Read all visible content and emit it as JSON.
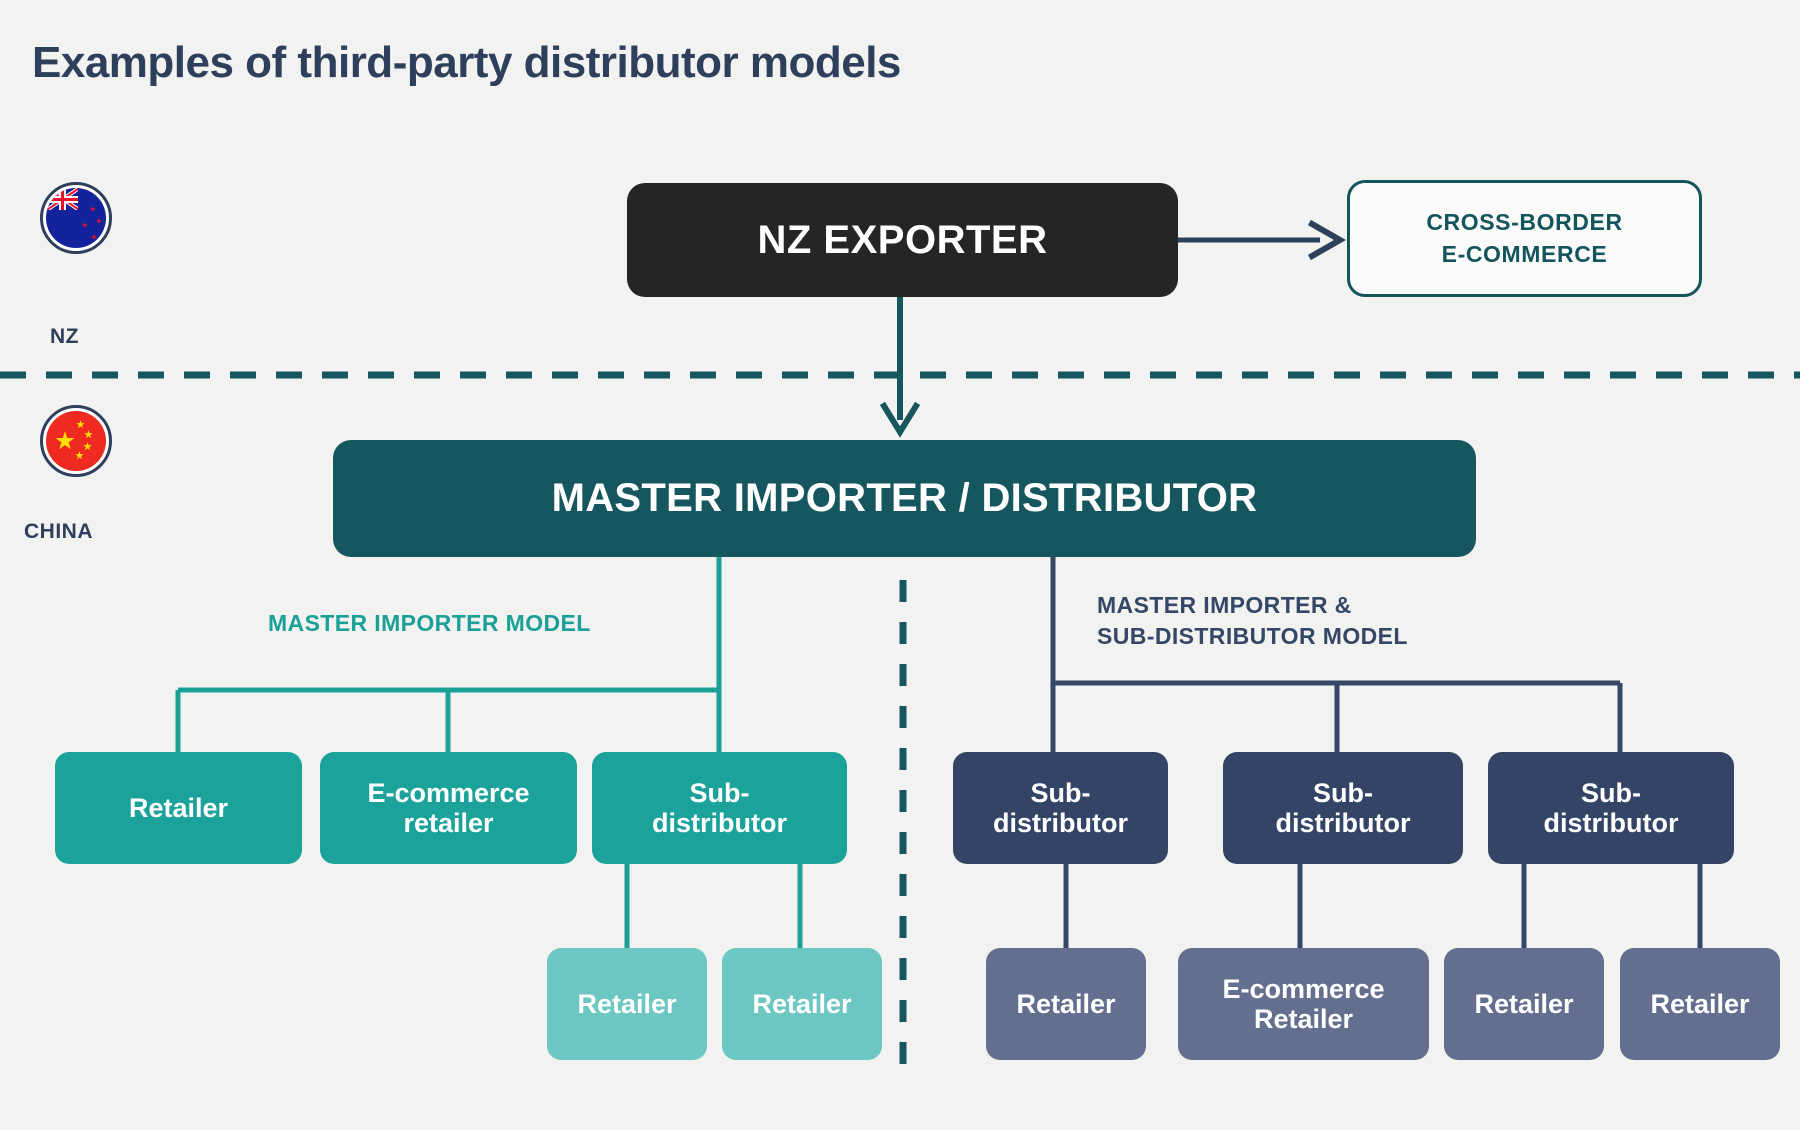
{
  "header": {
    "title": "Examples of third-party distributor models"
  },
  "colors": {
    "background": "#f2f2f1",
    "title": "#2e3f5c",
    "exporter_box": "#262523",
    "master_box": "#16575f",
    "cbec_border": "#14545c",
    "teal": "#1ba39b",
    "teal_light": "#6cc6c1",
    "navy": "#334466",
    "navy_light": "#646f90",
    "divider": "#16575f",
    "teal_connector": "#1ba098",
    "navy_connector": "#344766"
  },
  "regions": [
    {
      "id": "nz",
      "label": "NZ",
      "flag": "nz-flag-icon"
    },
    {
      "id": "china",
      "label": "CHINA",
      "flag": "china-flag-icon"
    }
  ],
  "nodes": {
    "exporter": "NZ EXPORTER",
    "cross_border": "CROSS-BORDER\nE-COMMERCE",
    "cross_border_line1": "CROSS-BORDER",
    "cross_border_line2": "E-COMMERCE",
    "master": "MASTER IMPORTER / DISTRIBUTOR"
  },
  "branches": [
    {
      "id": "master-importer-model",
      "label": "MASTER IMPORTER MODEL",
      "label_lines": [
        "MASTER IMPORTER MODEL"
      ],
      "tier1": [
        {
          "label": "Retailer",
          "lines": [
            "Retailer"
          ]
        },
        {
          "label": "E-commerce retailer",
          "lines": [
            "E-commerce",
            "retailer"
          ]
        },
        {
          "label": "Sub-distributor",
          "lines": [
            "Sub-",
            "distributor"
          ]
        }
      ],
      "tier2": [
        {
          "label": "Retailer",
          "lines": [
            "Retailer"
          ]
        },
        {
          "label": "Retailer",
          "lines": [
            "Retailer"
          ]
        }
      ]
    },
    {
      "id": "master-importer-sub-distributor-model",
      "label": "MASTER IMPORTER & SUB-DISTRIBUTOR MODEL",
      "label_lines": [
        "MASTER IMPORTER &",
        "SUB-DISTRIBUTOR MODEL"
      ],
      "tier1": [
        {
          "label": "Sub-distributor",
          "lines": [
            "Sub-",
            "distributor"
          ]
        },
        {
          "label": "Sub-distributor",
          "lines": [
            "Sub-",
            "distributor"
          ]
        },
        {
          "label": "Sub-distributor",
          "lines": [
            "Sub-",
            "distributor"
          ]
        }
      ],
      "tier2": [
        {
          "label": "Retailer",
          "lines": [
            "Retailer"
          ]
        },
        {
          "label": "E-commerce Retailer",
          "lines": [
            "E-commerce",
            "Retailer"
          ]
        },
        {
          "label": "Retailer",
          "lines": [
            "Retailer"
          ]
        },
        {
          "label": "Retailer",
          "lines": [
            "Retailer"
          ]
        }
      ]
    }
  ]
}
